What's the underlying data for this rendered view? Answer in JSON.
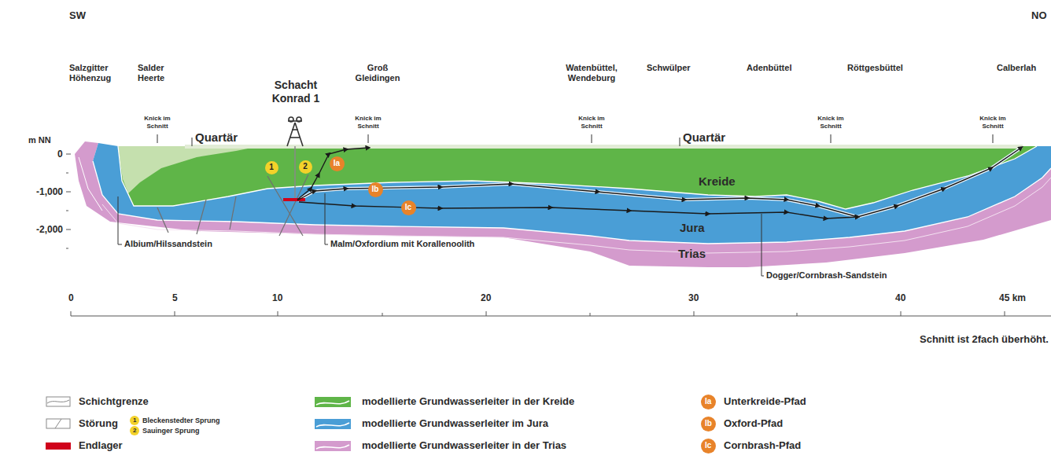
{
  "diagram": {
    "nodes": [
      {
        "text": [
          "1"
        ]
      },
      {
        "text": [
          "2"
        ]
      },
      {
        "text": [
          "Ia"
        ]
      },
      {
        "text": [
          "Ib"
        ]
      },
      {
        "text": [
          "Ic"
        ]
      }
    ],
    "labels": [
      "SW",
      "NO",
      "Salzgitter Höhenzug",
      "Salder Heerte",
      "Schacht Konrad 1",
      "Groß Gleidingen",
      "Watenbüttel, Wendeburg",
      "Schwülper",
      "Adenbüttel",
      "Röttgesbüttel",
      "Calberlah",
      "Knick im Schnitt",
      "Knick im Schnitt",
      "Knick im Schnitt",
      "Knick im Schnitt",
      "Knick im Schnitt",
      "m NN",
      "0",
      "-1,000",
      "-2,000",
      "Quartär",
      "Quartär",
      "Kreide",
      "Jura",
      "Trias",
      "Albium/Hilssandstein",
      "Malm/Oxfordium mit Korallenoolith",
      "Dogger/Cornbrash-Sandstein",
      "0",
      "5",
      "10",
      "20",
      "30",
      "40",
      "45 km",
      "Schnitt ist 2fach überhöht.",
      "1",
      "2",
      "Ia",
      "Ib",
      "Ic"
    ],
    "legend": [
      {
        "text": "Schichtgrenze"
      },
      {
        "text": "Störung"
      },
      {
        "text": "Bleckenstedter Sprung",
        "color": "#f3d22a"
      },
      {
        "text": "Sauinger Sprung",
        "color": "#f3d22a"
      },
      {
        "text": "Endlager",
        "color": "#d0021b"
      },
      {
        "text": "modellierte Grundwasserleiter in der Kreide",
        "color": "#5fb548"
      },
      {
        "text": "modellierte Grundwasserleiter im Jura",
        "color": "#4a9ed6"
      },
      {
        "text": "modellierte Grundwasserleiter in der Trias",
        "color": "#d49bcd"
      },
      {
        "text": "Unterkreide-Pfad",
        "color": "#e8832a"
      },
      {
        "text": "Oxford-Pfad",
        "color": "#e8832a"
      },
      {
        "text": "Cornbrash-Pfad",
        "color": "#e8832a"
      }
    ]
  }
}
